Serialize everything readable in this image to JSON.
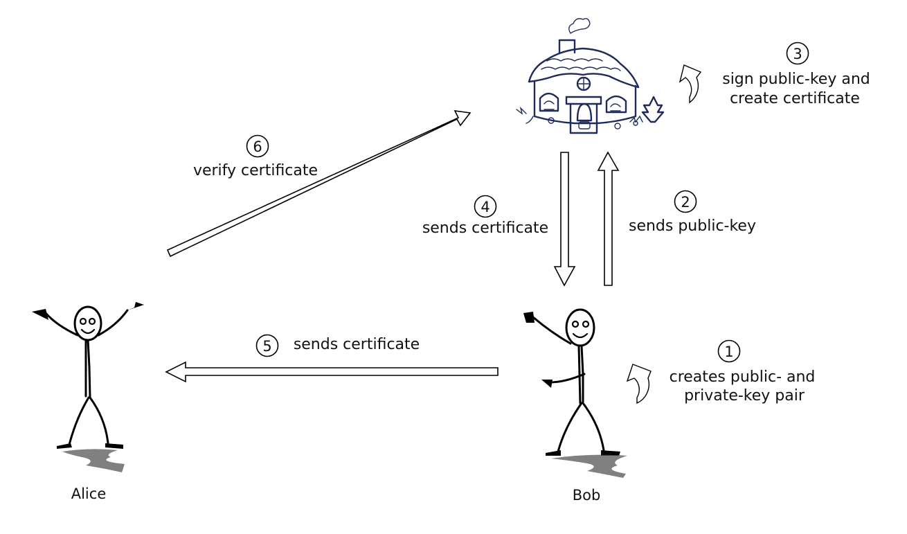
{
  "actors": {
    "alice": "Alice",
    "bob": "Bob"
  },
  "steps": [
    {
      "number": "1",
      "label_line1": "creates public- and",
      "label_line2": "private-key pair"
    },
    {
      "number": "2",
      "label": "sends public-key"
    },
    {
      "number": "3",
      "label_line1": "sign public-key and",
      "label_line2": "create certificate"
    },
    {
      "number": "4",
      "label": "sends certificate"
    },
    {
      "number": "5",
      "label": "sends certificate"
    },
    {
      "number": "6",
      "label": "verify certificate"
    }
  ],
  "icons": {
    "authority": "cottage-icon",
    "alice": "stick-figure-cheering-icon",
    "bob": "stick-figure-waving-icon",
    "self_action": "curved-arrow-icon"
  }
}
